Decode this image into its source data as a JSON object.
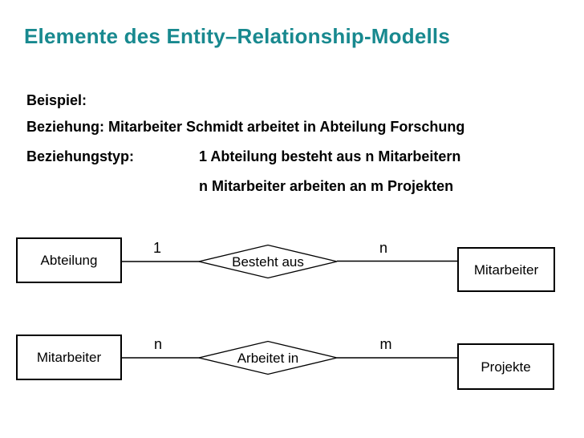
{
  "slide": {
    "title": "Elemente des Entity–Relationship-Modells",
    "colors": {
      "title": "#18898F",
      "text": "#000000",
      "background": "#FFFFFF",
      "diagram_stroke": "#000000"
    },
    "body": {
      "beispiel": "Beispiel:",
      "beziehung": "Beziehung: Mitarbeiter Schmidt arbeitet in Abteilung Forschung",
      "beziehungstyp_label": "Beziehungstyp:",
      "beziehungstyp_line1": "1 Abteilung besteht aus n Mitarbeitern",
      "beziehungstyp_line2": "n Mitarbeiter arbeiten an m Projekten"
    },
    "diagrams": [
      {
        "left_entity": "Abteilung",
        "left_cardinality": "1",
        "relationship": "Besteht aus",
        "right_cardinality": "n",
        "right_entity": "Mitarbeiter"
      },
      {
        "left_entity": "Mitarbeiter",
        "left_cardinality": "n",
        "relationship": "Arbeitet in",
        "right_cardinality": "m",
        "right_entity": "Projekte"
      }
    ]
  }
}
